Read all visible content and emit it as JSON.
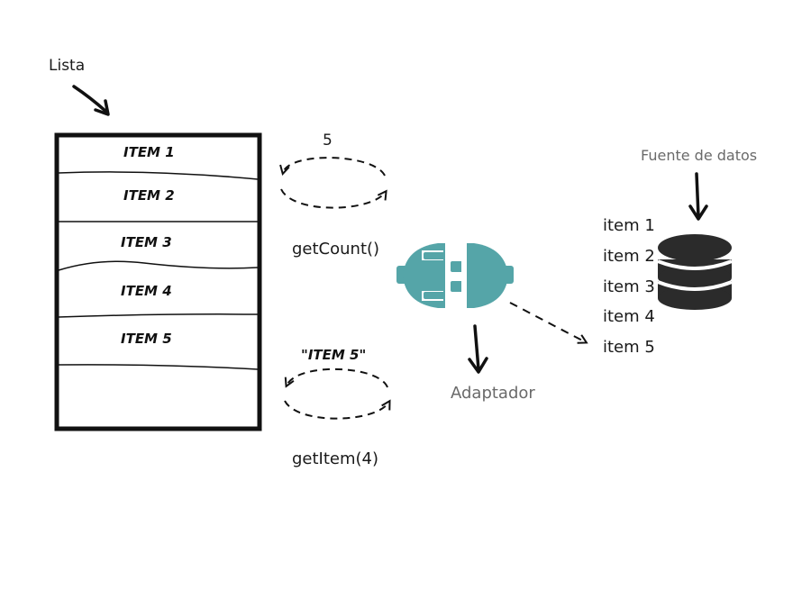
{
  "labels": {
    "lista": "Lista",
    "count_value": "5",
    "get_count": "getCount()",
    "item_value": "\"ITEM 5\"",
    "get_item": "getItem(4)",
    "adaptador": "Adaptador",
    "fuente": "Fuente de datos"
  },
  "list_items": [
    "ITEM 1",
    "ITEM 2",
    "ITEM 3",
    "ITEM 4",
    "ITEM 5"
  ],
  "source_items": [
    "item 1",
    "item 2",
    "item 3",
    "item 4",
    "item 5"
  ],
  "colors": {
    "adapter": "#55a5a8",
    "database": "#2b2b2b",
    "ink": "#111111"
  },
  "icons": {
    "adapter": "plug-connector-icon",
    "database": "database-icon"
  }
}
